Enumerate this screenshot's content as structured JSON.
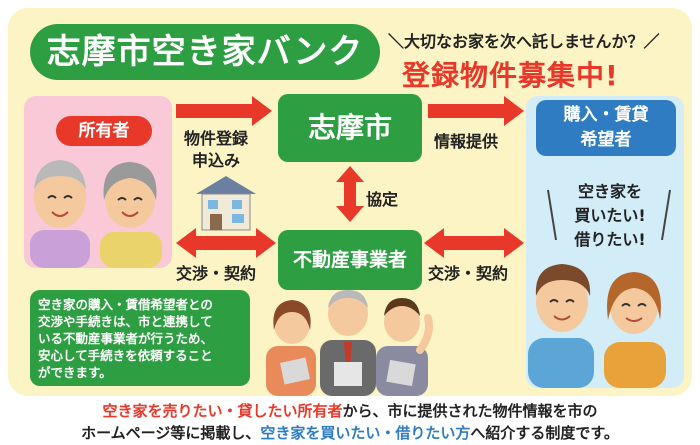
{
  "title": "志摩市空き家バンク",
  "tagline": "＼大切なお家を次へ託しませんか？／",
  "recruit": "登録物件募集中!",
  "owner": {
    "label": "所有者"
  },
  "city": {
    "label": "志摩市"
  },
  "agent": {
    "label": "不動産事業者"
  },
  "buyer": {
    "label_line1": "購入・賃貸",
    "label_line2": "希望者",
    "speech": [
      "空き家を",
      "買いたい!",
      "借りたい!"
    ]
  },
  "flows": {
    "register_line1": "物件登録",
    "register_line2": "申込み",
    "info": "情報提供",
    "agreement": "協定",
    "negotiation_left": "交渉・契約",
    "negotiation_right": "交渉・契約"
  },
  "note_lines": [
    "空き家の購入・賃借希望者との",
    "交渉や手続きは、市と連携して",
    "いる不動産事業者が行うため、",
    "安心して手続きを依頼すること",
    "ができます。"
  ],
  "footer": {
    "line1_highlight": "空き家を売りたい・貸したい所有者",
    "line1_rest": "から、市に提供された物件情報を市の",
    "line2_start": "ホームページ等に掲載し、",
    "line2_highlight": "空き家を買いたい・借りたい方",
    "line2_rest": "へ紹介する制度です。"
  },
  "colors": {
    "green": "#2e9e43",
    "red": "#e8382a",
    "blue": "#2f7cc2",
    "panel": "#fcf4c4",
    "pink": "#f9c9d7",
    "light_blue": "#d2ecf8"
  }
}
